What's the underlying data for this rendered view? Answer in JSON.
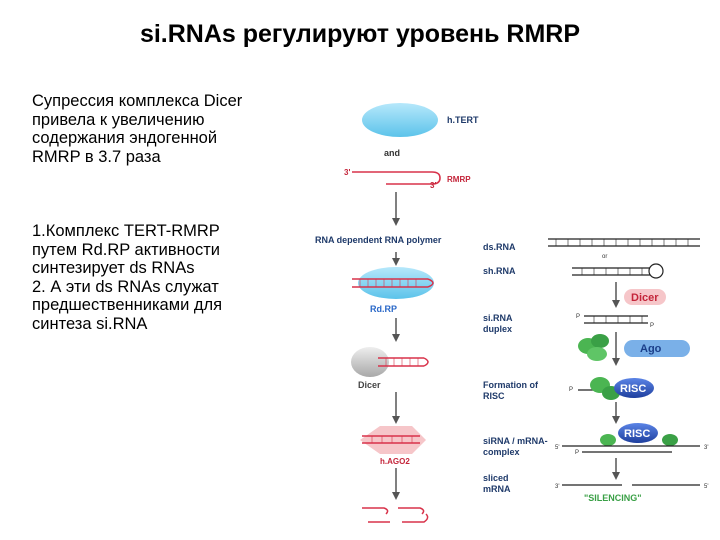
{
  "title": "si.RNAs регулируют уровень RMRP",
  "paragraph1": [
    "Супрессия комплекса Dicer",
    "привела к увеличению",
    "содержания эндогенной",
    "RMRP в 3.7 раза"
  ],
  "paragraph2": [
    "1.Комплекс TERT-RMRP",
    "путем    Rd.RP активности",
    "синтезирует ds RNAs",
    "2. А эти ds RNAs служат",
    "предшественниками для",
    "синтеза si.RNA"
  ],
  "diagram": {
    "htert": "h.TERT",
    "and": "and",
    "three_prime_a": "3'",
    "three_prime_b": "3'",
    "rmrp": "RMRP",
    "rdrp_label": "RNA dependent RNA polymer",
    "rdrp": "Rd.RP",
    "dicer_left": "Dicer",
    "hago2": "h.AGO2",
    "dsrna": "ds.RNA",
    "or": "or",
    "shrna": "sh.RNA",
    "dicer_pill": "Dicer",
    "sirna_duplex": [
      "si.RNA",
      "duplex"
    ],
    "p1": "P",
    "p2": "P",
    "p3": "P",
    "p4": "P",
    "ago_pill": "Ago",
    "formation": [
      "Formation of",
      "RISC"
    ],
    "risc1": "RISC",
    "risc2": "RISC",
    "complex": [
      "siRNA / mRNA-",
      "complex"
    ],
    "five_a": "5'",
    "three_c": "3'",
    "sliced": [
      "sliced",
      "mRNA"
    ],
    "three_d": "3'",
    "five_b": "5'",
    "silencing": "\"SILENCING\""
  },
  "colors": {
    "blob_blue": "#7fd0f0",
    "rna_red": "#d8324a",
    "dicer_pink": "#f6c6c9",
    "ago_blue": "#7ab0e8",
    "risc_blue": "#2f57c0",
    "ago_green": "#4bb552",
    "arrow_grey": "#555555"
  }
}
